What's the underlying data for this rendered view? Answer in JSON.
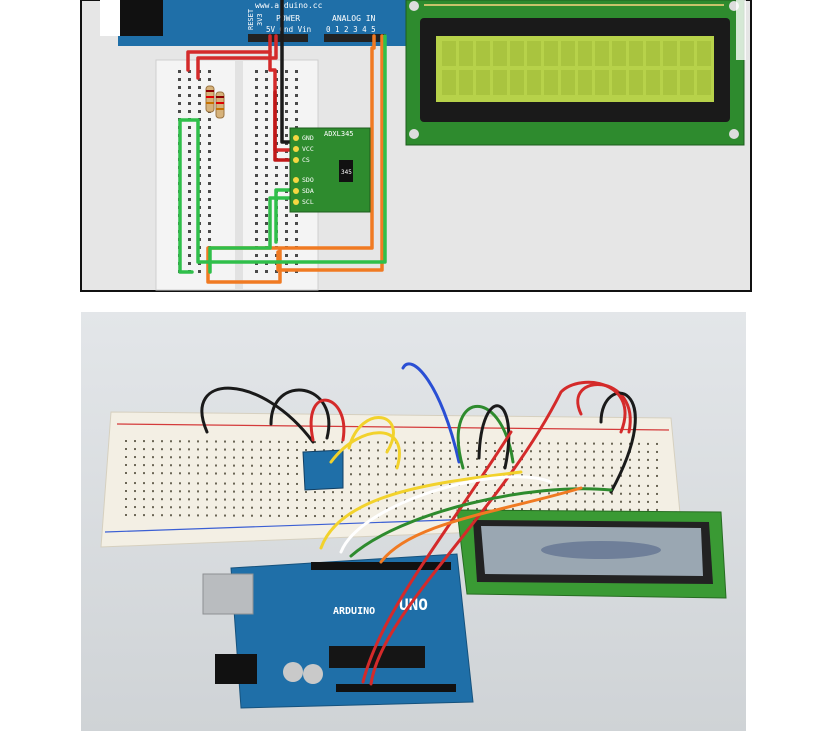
{
  "wiring_diagram": {
    "arduino": {
      "url": "www.arduino.cc",
      "reset": "RESET",
      "v33": "3V3",
      "power": "POWER",
      "power_pins": "5V Gnd Vin",
      "analog": "ANALOG IN",
      "analog_pins": "0 1 2 3 4 5"
    },
    "adxl345": {
      "title": "ADXL345",
      "chip": "345",
      "pins": [
        "GND",
        "VCC",
        "CS",
        "SDO",
        "SDA",
        "SCL"
      ]
    }
  },
  "photo": {
    "arduino_brand": "ARDUINO",
    "arduino_model": "UNO"
  },
  "colors": {
    "arduino_blue": "#1f6fa8",
    "pcb_green": "#2e8b2e",
    "lcd_screen": "#b7d24a",
    "wire_red": "#d42a2a",
    "wire_green": "#2fbf4a",
    "wire_orange": "#f07a22",
    "wire_black": "#1a1a1a"
  }
}
